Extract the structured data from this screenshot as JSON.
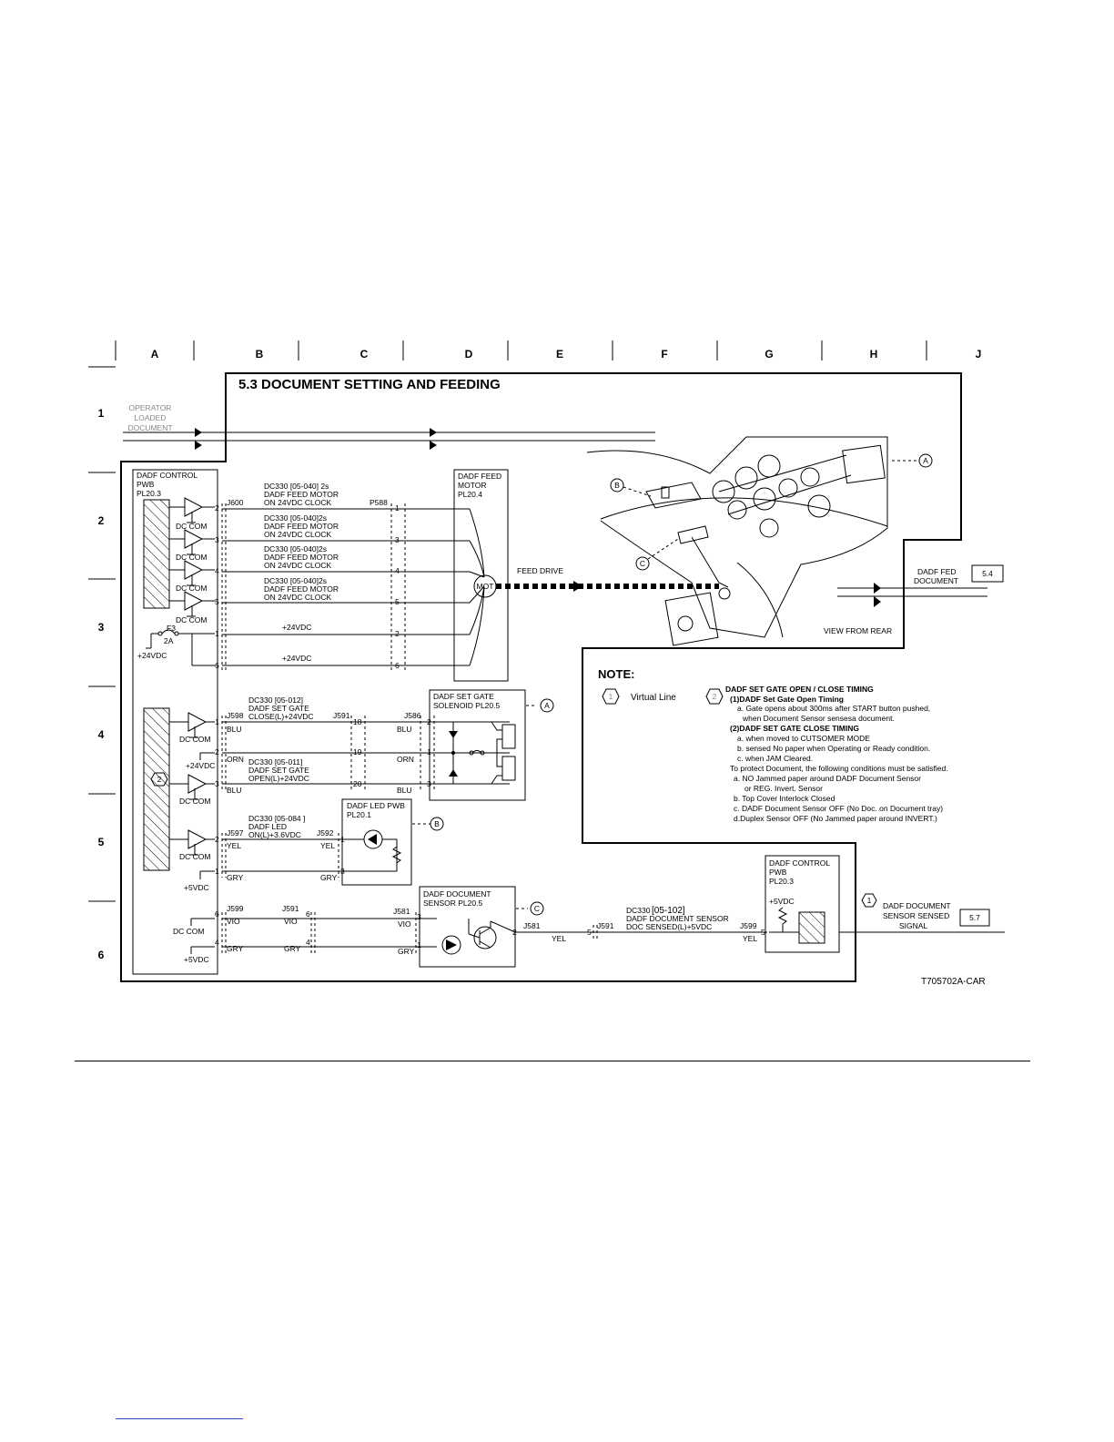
{
  "grid": {
    "columns": [
      "A",
      "B",
      "C",
      "D",
      "E",
      "F",
      "G",
      "H",
      "J"
    ],
    "rows": [
      "1",
      "2",
      "3",
      "4",
      "5",
      "6"
    ]
  },
  "title": "5.3 DOCUMENT SETTING AND FEEDING",
  "operator_loaded": [
    "OPERATOR",
    "LOADED",
    "DOCUMENT"
  ],
  "control_pwb": [
    "DADF CONTROL",
    "PWB",
    "PL20.3"
  ],
  "dc_com": "DC COM",
  "fuse": {
    "name": "F3",
    "rating": "2A",
    "supply": "+24VDC"
  },
  "feed_motor": {
    "connector_left": "J600",
    "connector_right": "P588",
    "signal_lines": [
      [
        "DC330 [05-040] 2s",
        "DADF FEED MOTOR",
        "ON 24VDC CLOCK"
      ],
      [
        "DC330 [05-040]2s",
        "DADF FEED MOTOR",
        "ON 24VDC CLOCK"
      ],
      [
        "DC330 [05-040]2s",
        "DADF FEED MOTOR",
        "ON 24VDC CLOCK"
      ],
      [
        "DC330 [05-040]2s",
        "DADF FEED MOTOR",
        "ON 24VDC CLOCK"
      ]
    ],
    "pins_left": [
      "2",
      "3",
      "4",
      "5",
      "1",
      "6"
    ],
    "pins_right": [
      "1",
      "3",
      "4",
      "5",
      "2",
      "6"
    ],
    "supply_label": "+24VDC",
    "label": [
      "DADF FEED",
      "MOTOR",
      "PL20.4"
    ],
    "mot": "MOT",
    "feed_drive": "FEED DRIVE"
  },
  "set_gate": {
    "signal_close": [
      "DC330 [05-012]",
      "DADF SET GATE",
      "CLOSE(L)+24VDC"
    ],
    "signal_open": [
      "DC330 [05-011]",
      "DADF SET GATE",
      "OPEN(L)+24VDC"
    ],
    "connectors": [
      "J598",
      "J591",
      "J586"
    ],
    "wire_colors": [
      "BLU",
      "ORN",
      "BLU"
    ],
    "pins_j598": [
      "1",
      "2",
      "3"
    ],
    "pins_j591": [
      "18",
      "19",
      "20"
    ],
    "pins_j586": [
      "2",
      "1",
      "3"
    ],
    "solenoid": [
      "DADF SET GATE",
      "SOLENOID PL20.5"
    ],
    "supply": "+24VDC",
    "callout": "2"
  },
  "led": {
    "signal": [
      "DC330 [05-084 ]",
      "DADF LED",
      "ON(L)+3.6VDC"
    ],
    "connectors": [
      "J597",
      "J592"
    ],
    "wire_colors": [
      "YEL",
      "GRY"
    ],
    "pins": [
      "2",
      "1"
    ],
    "pins_pwb": [
      "1",
      "3"
    ],
    "pwb": [
      "DADF LED PWB",
      "PL20.1"
    ],
    "supply": "+5VDC"
  },
  "doc_sensor": {
    "connectors": [
      "J599",
      "J591",
      "J581"
    ],
    "wire_colors": [
      "VIO",
      "GRY"
    ],
    "pins_j599": [
      "6",
      "4"
    ],
    "pins_j591": [
      "6",
      "4"
    ],
    "pins_j581": [
      "3",
      "1"
    ],
    "pin_out": "2",
    "label": [
      "DADF DOCUMENT",
      "SENSOR PL20.5"
    ],
    "out_connector": "J581",
    "out_color": "YEL",
    "supply": "+5VDC",
    "dc_com": "DC COM"
  },
  "doc_signal": {
    "prefix": "DC330",
    "code": "[05-102]",
    "lines": [
      "DADF DOCUMENT SENSOR",
      "DOC SENSED(L)+5VDC"
    ],
    "pins": [
      "5",
      "5"
    ],
    "connectors": [
      "J591",
      "J599"
    ],
    "color": "YEL"
  },
  "control_pwb_right": [
    "DADF CONTROL",
    "PWB",
    "PL20.3"
  ],
  "pwb_right_supply": "+5VDC",
  "pwb_right_pin": "5",
  "callouts": [
    "A",
    "B",
    "C"
  ],
  "dadf_fed_document": {
    "label": [
      "DADF FED",
      "DOCUMENT"
    ],
    "ref": "5.4"
  },
  "sensor_sensed": {
    "label": [
      "DADF DOCUMENT",
      "SENSOR SENSED",
      "SIGNAL"
    ],
    "ref": "5.7",
    "marker": "1"
  },
  "view_from_rear": "VIEW FROM REAR",
  "note": {
    "title": "NOTE:",
    "virtual_marker": "1",
    "virtual_line": "Virtual Line",
    "timing_marker": "2",
    "timing_title": "DADF SET GATE OPEN / CLOSE TIMING",
    "lines": [
      {
        "text": "(1)DADF Set Gate Open Timing",
        "bold": true
      },
      {
        "text": "a. Gate opens about 300ms after START button pushed,",
        "bold": false
      },
      {
        "text": "when Document Sensor sensesa  document.",
        "bold": false
      },
      {
        "text": "(2)DADF SET GATE CLOSE TIMING",
        "bold": true
      },
      {
        "text": "a. when moved to CUTSOMER MODE",
        "bold": false
      },
      {
        "text": "b. sensed No paper when Operating or Ready condition.",
        "bold": false
      },
      {
        "text": "c. when JAM  Cleared.",
        "bold": false
      },
      {
        "text": "To protect Document, the following conditions must be satisfied.",
        "bold": false
      },
      {
        "text": "a. NO Jammed paper around   DADF Document Sensor",
        "bold": false
      },
      {
        "text": "or REG. Invert. Sensor",
        "bold": false
      },
      {
        "text": "b. Top Cover Interlock  Closed",
        "bold": false
      },
      {
        "text": "c. DADF Document Sensor OFF (No Doc. on Document tray)",
        "bold": false
      },
      {
        "text": "d.Duplex Sensor OFF (No Jammed paper around INVERT.)",
        "bold": false
      }
    ]
  },
  "figure_id": "T705702A-CAR"
}
